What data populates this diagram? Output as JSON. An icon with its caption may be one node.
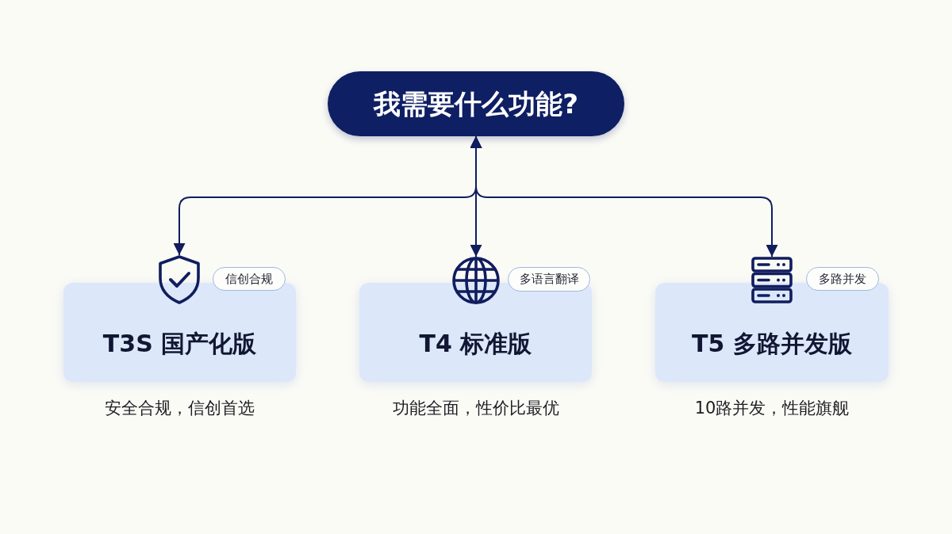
{
  "diagram": {
    "nodes": [
      {
        "text": [
          "我需要什么功能?"
        ]
      },
      {
        "text": [],
        "shape": "shield"
      },
      {
        "text": [
          "信创合规"
        ]
      },
      {
        "text": [
          "T3S 国产化版"
        ],
        "beside": [
          "安全合规，信创首选"
        ]
      },
      {
        "text": [],
        "shape": "globe"
      },
      {
        "text": [
          "多语言翻译"
        ]
      },
      {
        "text": [
          "T4 标准版"
        ],
        "beside": [
          "功能全面，性价比最优"
        ]
      },
      {
        "text": [],
        "shape": "server"
      },
      {
        "text": [
          "多路并发"
        ]
      },
      {
        "text": [
          "T5 多路并发版"
        ],
        "beside": [
          "10路并发，性能旗舰"
        ]
      }
    ],
    "edges": [
      {
        "from": 0,
        "to": 1,
        "arrow": "both"
      },
      {
        "from": 0,
        "to": 4,
        "arrow": "both"
      },
      {
        "from": 0,
        "to": 7,
        "arrow": "both"
      }
    ]
  }
}
